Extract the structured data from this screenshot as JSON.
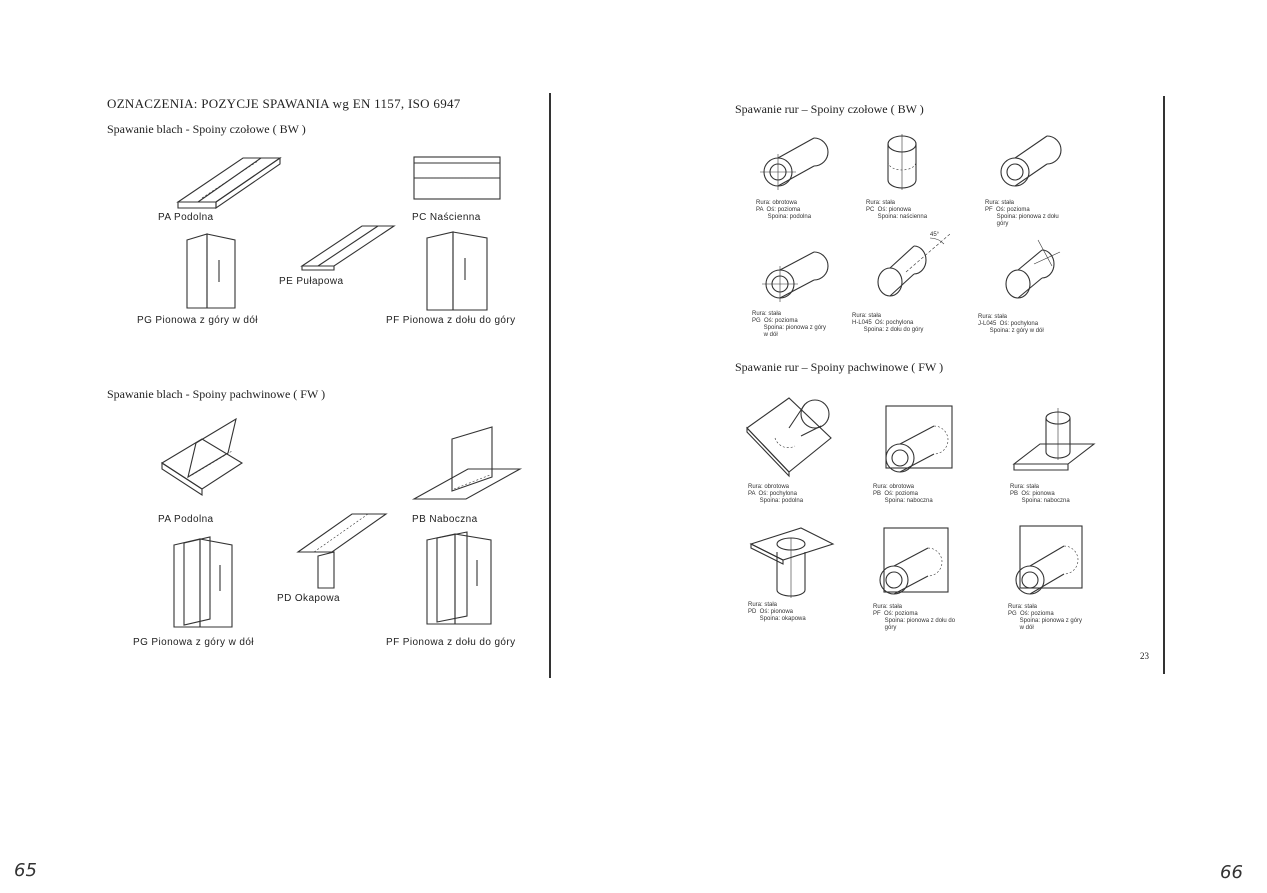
{
  "left_page": {
    "title": "OZNACZENIA: POZYCJE SPAWANIA wg EN 1157, ISO 6947",
    "butt_heading": "Spawanie blach - Spoiny czołowe ( BW )",
    "butt_labels": {
      "pa": "PA Podolna",
      "pc": "PC Naścienna",
      "pe": "PE Pułapowa",
      "pg": "PG Pionowa z góry w dół",
      "pf": "PF Pionowa z dołu do góry"
    },
    "fillet_heading": "Spawanie blach - Spoiny pachwinowe ( FW )",
    "fillet_labels": {
      "pa": "PA Podolna",
      "pb": "PB Naboczna",
      "pd": "PD Okapowa",
      "pg": "PG Pionowa z góry w dół",
      "pf": "PF Pionowa z dołu do góry"
    }
  },
  "right_page": {
    "butt_heading": "Spawanie rur – Spoiny czołowe ( BW )",
    "butt_captions": [
      "Rura: obrotowa\nPA  Oś: pozioma\n       Spoina: podolna",
      "Rura: stała\nPC  Oś: pionowa\n       Spoina: naścienna",
      "Rura: stała\nPF  Oś: pozioma\n       Spoina: pionowa z dołu\n       góry",
      "Rura: stała\nPG  Oś: pozioma\n       Spoina: pionowa z góry\n       w dół",
      "Rura: stała\nH-L045  Oś: pochylona\n       Spoina: z dołu do góry",
      "Rura: stała\nJ-L045  Oś: pochylona\n       Spoina: z góry w dół"
    ],
    "angle_label": "45°",
    "fillet_heading": "Spawanie rur – Spoiny pachwinowe ( FW )",
    "fillet_captions": [
      "Rura: obrotowa\nPA  Oś: pochylona\n       Spoina: podolna",
      "Rura: obrotowa\nPB  Oś: pozioma\n       Spoina: naboczna",
      "Rura: stała\nPB  Oś: pionowa\n       Spoina: naboczna",
      "Rura: stała\nPD  Oś: pionowa\n       Spoina: okapowa",
      "Rura: stała\nPF  Oś: pozioma\n       Spoina: pionowa z dołu do\n       góry",
      "Rura: stała\nPG  Oś: pozioma\n       Spoina: pionowa z góry\n       w dół"
    ],
    "page_number": "23"
  },
  "handwriting": {
    "left": "65",
    "right": "66"
  }
}
